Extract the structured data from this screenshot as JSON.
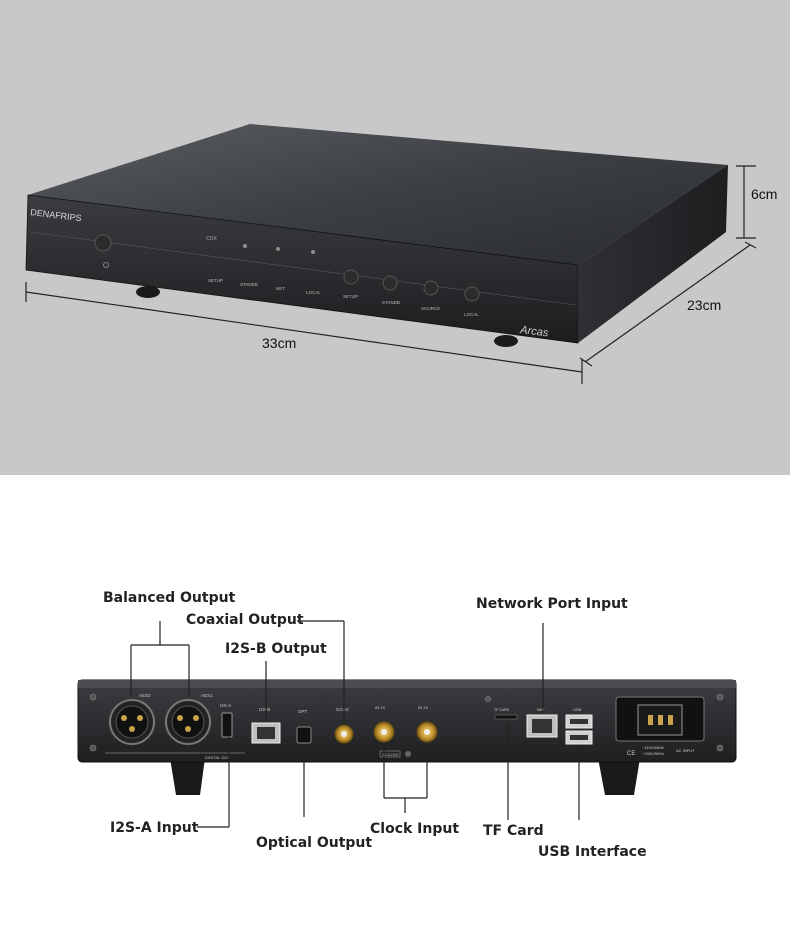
{
  "front": {
    "brand": "DENAFRIPS",
    "model": "Arcas",
    "status_labels": [
      "COX",
      "",
      "",
      ""
    ],
    "row_labels": [
      "SETUP",
      "STANDB",
      "NET",
      "LOCAL"
    ],
    "button_labels": [
      "SETUP",
      "STANDB",
      "SOURCE",
      "LOCAL"
    ]
  },
  "dimensions": {
    "width": "33cm",
    "depth": "23cm",
    "height": "6cm"
  },
  "rear": {
    "port_labels": [
      "AES2",
      "AES1",
      "I2S-A",
      "I2S-B",
      "OPT",
      "COAX",
      "IN 1X",
      "IN 1X",
      "TF CARD",
      "NET",
      "USB",
      "DIGITAL OUT",
      "IN CLOCK",
      "AC INPUT"
    ],
    "ac_text": [
      "~115V/60Hz",
      "~230V/50Hz"
    ]
  },
  "callouts": {
    "balanced_output": "Balanced Output",
    "coaxial_output": "Coaxial Output",
    "i2sb_output": "I2S-B Output",
    "network_port_input": "Network Port Input",
    "i2sa_input": "I2S-A Input",
    "optical_output": "Optical Output",
    "clock_input": "Clock Input",
    "tf_card": "TF Card",
    "usb_interface": "USB Interface"
  }
}
